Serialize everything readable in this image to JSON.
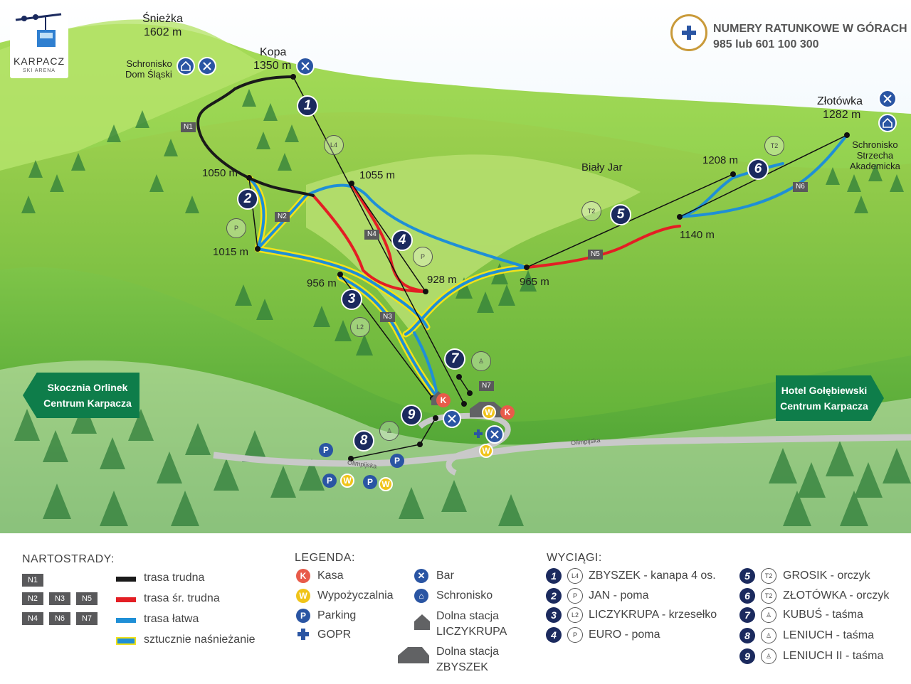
{
  "logo": {
    "name": "KARPACZ",
    "sub": "SKI ARENA"
  },
  "rescue": {
    "title": "NUMERY RATUNKOWE W GÓRACH",
    "numbers": "985 lub 601 100 300"
  },
  "peaks": {
    "sniezka": {
      "name": "Śnieżka",
      "elev": "1602 m"
    },
    "kopa": {
      "name": "Kopa",
      "elev": "1350 m"
    },
    "zlotowka": {
      "name": "Złotówka",
      "elev": "1282 m"
    }
  },
  "huts": {
    "dom_slaski": "Schronisko\nDom Śląski",
    "strzecha": "Schronisko\nStrzecha\nAkademicka"
  },
  "place": {
    "bialy_jar": "Biały Jar"
  },
  "elevations": {
    "e1050": "1050 m",
    "e1055": "1055 m",
    "e1015": "1015 m",
    "e956": "956 m",
    "e928": "928 m",
    "e965": "965 m",
    "e1208": "1208 m",
    "e1140": "1140 m"
  },
  "trails": {
    "N1": "N1",
    "N2": "N2",
    "N3": "N3",
    "N4": "N4",
    "N5": "N5",
    "N6": "N6",
    "N7": "N7"
  },
  "lift_numbers": [
    "1",
    "2",
    "3",
    "4",
    "5",
    "6",
    "7",
    "8",
    "9"
  ],
  "road": "Olimpijska",
  "signs": {
    "left": "Skocznia Orlinek\nCentrum Karpacza",
    "right": "Hotel Gołębiewski\nCentrum Karpacza"
  },
  "badges": {
    "k": "K",
    "w": "W",
    "p": "P"
  },
  "legend": {
    "nartostrady": {
      "title": "NARTOSTRADY:",
      "tags": [
        "N1",
        "N2",
        "N3",
        "N5",
        "N4",
        "N6",
        "N7"
      ],
      "items": [
        {
          "label": "trasa trudna",
          "color": "#1a1a1a"
        },
        {
          "label": "trasa śr. trudna",
          "color": "#e31e24"
        },
        {
          "label": "trasa łatwa",
          "color": "#1f8fd6"
        },
        {
          "label": "sztucznie naśnieżanie",
          "color": "#f2e21a"
        }
      ]
    },
    "legenda": {
      "title": "LEGENDA:",
      "left": [
        {
          "label": "Kasa",
          "icon": "K"
        },
        {
          "label": "Wypożyczalnia",
          "icon": "W"
        },
        {
          "label": "Parking",
          "icon": "P"
        },
        {
          "label": "GOPR",
          "icon": "cross-icon"
        }
      ],
      "right": [
        {
          "label": "Bar",
          "icon": "cutlery-icon"
        },
        {
          "label": "Schronisko",
          "icon": "hut-icon"
        },
        {
          "label": "Dolna stacja\nLICZYKRUPA",
          "icon": "station-icon"
        },
        {
          "label": "Dolna stacja\nZBYSZEK",
          "icon": "station-icon"
        }
      ]
    },
    "wyciagi": {
      "title": "WYCIĄGI:",
      "left": [
        {
          "num": "1",
          "kind": "L4",
          "name": "ZBYSZEK - kanapa 4 os."
        },
        {
          "num": "2",
          "kind": "poma",
          "name": "JAN - poma"
        },
        {
          "num": "3",
          "kind": "L2",
          "name": "LICZYKRUPA - krzesełko"
        },
        {
          "num": "4",
          "kind": "poma",
          "name": "EURO - poma"
        }
      ],
      "right": [
        {
          "num": "5",
          "kind": "T2",
          "name": "GROSIK - orczyk"
        },
        {
          "num": "6",
          "kind": "T2",
          "name": "ZŁOTÓWKA - orczyk"
        },
        {
          "num": "7",
          "kind": "walk",
          "name": "KUBUŚ - taśma"
        },
        {
          "num": "8",
          "kind": "walk",
          "name": "LENIUCH - taśma"
        },
        {
          "num": "9",
          "kind": "walk",
          "name": "LENIUCH II - taśma"
        }
      ]
    }
  }
}
